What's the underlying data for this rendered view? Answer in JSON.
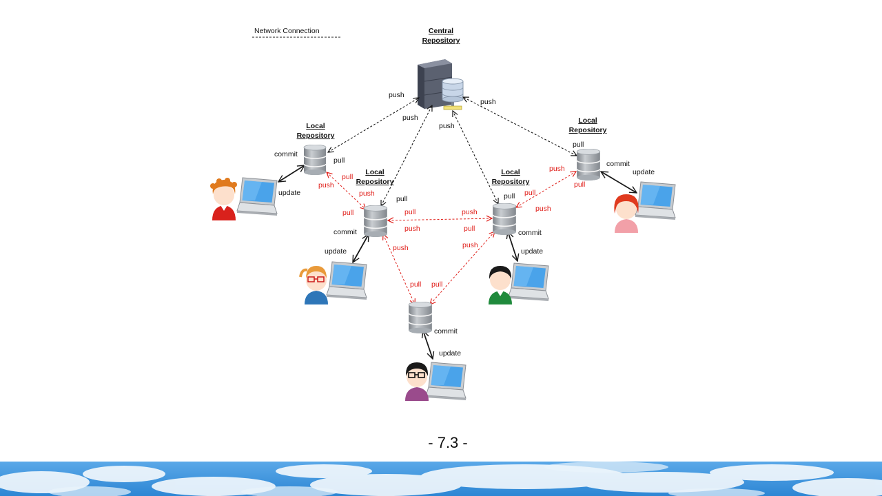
{
  "legend": {
    "label": "Network Connection"
  },
  "central": {
    "title_line1": "Central",
    "title_line2": "Repository"
  },
  "repo_titles": {
    "top_left": {
      "line1": "Local",
      "line2": "Repository"
    },
    "mid_left": {
      "line1": "Local",
      "line2": "Repository"
    },
    "mid_right": {
      "line1": "Local",
      "line2": "Repository"
    },
    "top_right": {
      "line1": "Local",
      "line2": "Repository"
    }
  },
  "words": {
    "push": "push",
    "pull": "pull",
    "commit": "commit",
    "update": "update"
  },
  "colors": {
    "network": "#1a1a1a",
    "peer": "#e0201b",
    "sky": "#2f8fd8"
  },
  "footer": {
    "page_number": "- 7.3 -"
  }
}
